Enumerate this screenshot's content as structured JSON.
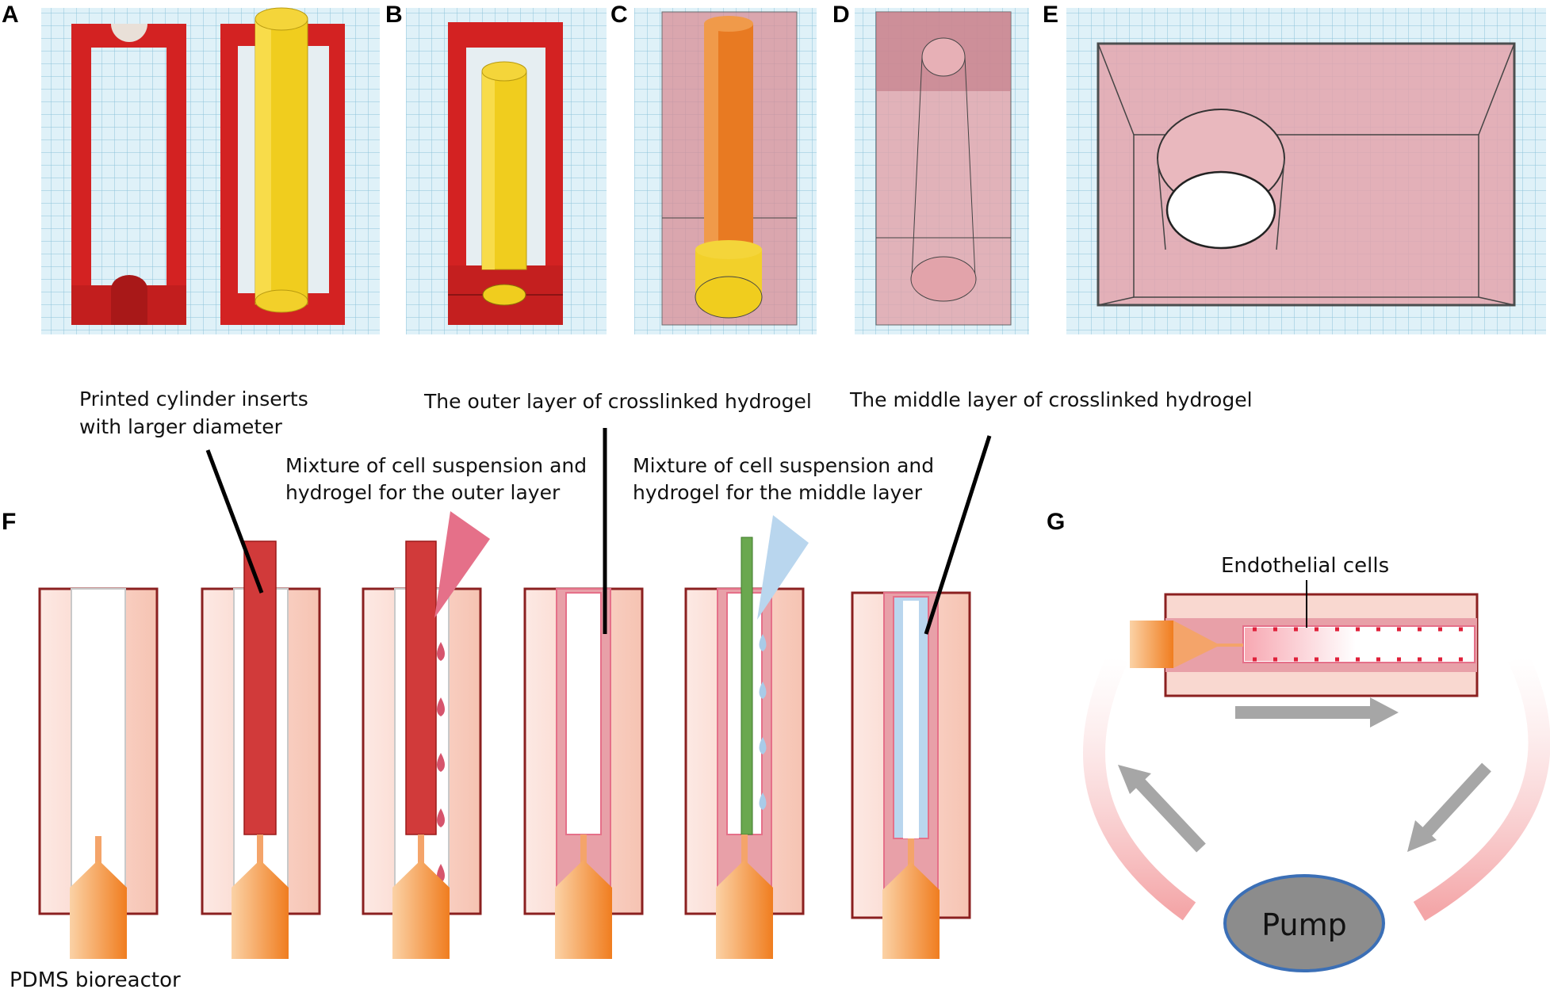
{
  "panels": {
    "a": "A",
    "b": "B",
    "c": "C",
    "d": "D",
    "e": "E",
    "f": "F",
    "g": "G"
  },
  "annotations": {
    "printed_inserts_line1": "Printed cylinder inserts",
    "printed_inserts_line2": "with larger diameter",
    "outer_layer": "The outer layer of crosslinked hydrogel",
    "middle_layer": "The middle layer of crosslinked hydrogel",
    "mix_outer_line1": "Mixture of cell suspension and",
    "mix_outer_line2": "hydrogel for the outer layer",
    "mix_middle_line1": "Mixture of cell suspension and",
    "mix_middle_line2": "hydrogel for the middle layer",
    "pdms": "PDMS bioreactor",
    "endothelial": "Endothelial cells",
    "pump": "Pump"
  },
  "colors": {
    "frame_red": "#d32222",
    "insert_yellow": "#f0cd1e",
    "rod_orange": "#e87a22",
    "pdms_pink": "#f7c9c0",
    "reactor_border": "#8b2020",
    "hydrogel_outer": "#e8a0a8",
    "hydrogel_middle": "#b9d6ee",
    "green_insert": "#6aa84f",
    "pump_fill": "#8c8c8c",
    "pump_border": "#3b6fb6",
    "arrow_gray": "#a6a6a6"
  }
}
